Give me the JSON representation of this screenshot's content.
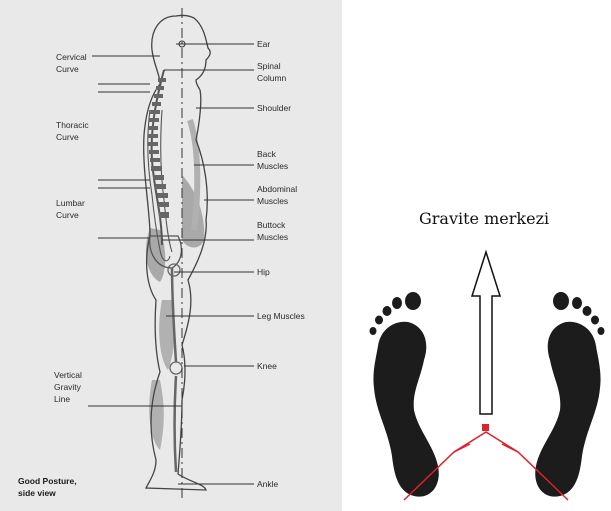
{
  "posture": {
    "left_labels": [
      {
        "id": "cervical",
        "lines": [
          "Cervical",
          "Curve"
        ]
      },
      {
        "id": "thoracic",
        "lines": [
          "Thoracic",
          "Curve"
        ]
      },
      {
        "id": "lumbar",
        "lines": [
          "Lumbar",
          "Curve"
        ]
      },
      {
        "id": "gravity",
        "lines": [
          "Vertical",
          "Gravity",
          "Line"
        ]
      }
    ],
    "right_labels": [
      {
        "id": "ear",
        "lines": [
          "Ear"
        ]
      },
      {
        "id": "spinal",
        "lines": [
          "Spinal",
          "Column"
        ]
      },
      {
        "id": "shoulder",
        "lines": [
          "Shoulder"
        ]
      },
      {
        "id": "back",
        "lines": [
          "Back",
          "Muscles"
        ]
      },
      {
        "id": "abdominal",
        "lines": [
          "Abdominal",
          "Muscles"
        ]
      },
      {
        "id": "buttock",
        "lines": [
          "Buttock",
          "Muscles"
        ]
      },
      {
        "id": "hip",
        "lines": [
          "Hip"
        ]
      },
      {
        "id": "leg",
        "lines": [
          "Leg Muscles"
        ]
      },
      {
        "id": "knee",
        "lines": [
          "Knee"
        ]
      },
      {
        "id": "ankle",
        "lines": [
          "Ankle"
        ]
      }
    ],
    "caption_lines": [
      "Good Posture,",
      "side view"
    ]
  },
  "feet": {
    "caption": "Gravite merkezi",
    "colors": {
      "marker": "#e0202a",
      "foot": "#1c1c1c"
    }
  }
}
